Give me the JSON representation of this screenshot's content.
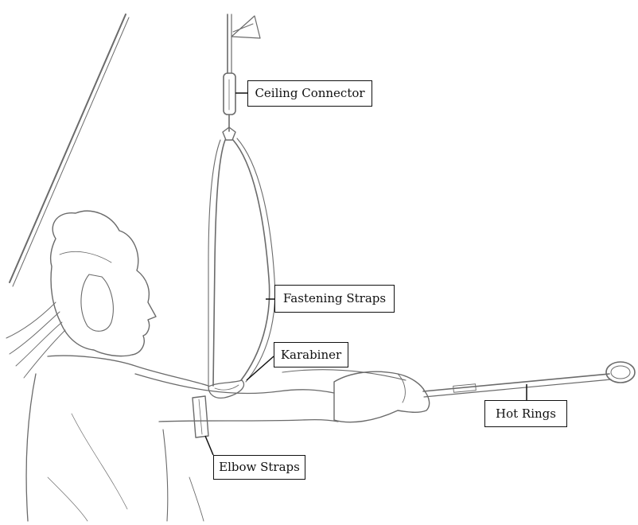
{
  "callouts": {
    "ceiling_connector": "Ceiling Connector",
    "fastening_straps": "Fastening Straps",
    "karabiner": "Karabiner",
    "hot_rings": "Hot Rings",
    "elbow_straps": "Elbow Straps"
  },
  "colors": {
    "ink": "#111111",
    "sketch": "#6b6b6b",
    "background": "#ffffff"
  }
}
